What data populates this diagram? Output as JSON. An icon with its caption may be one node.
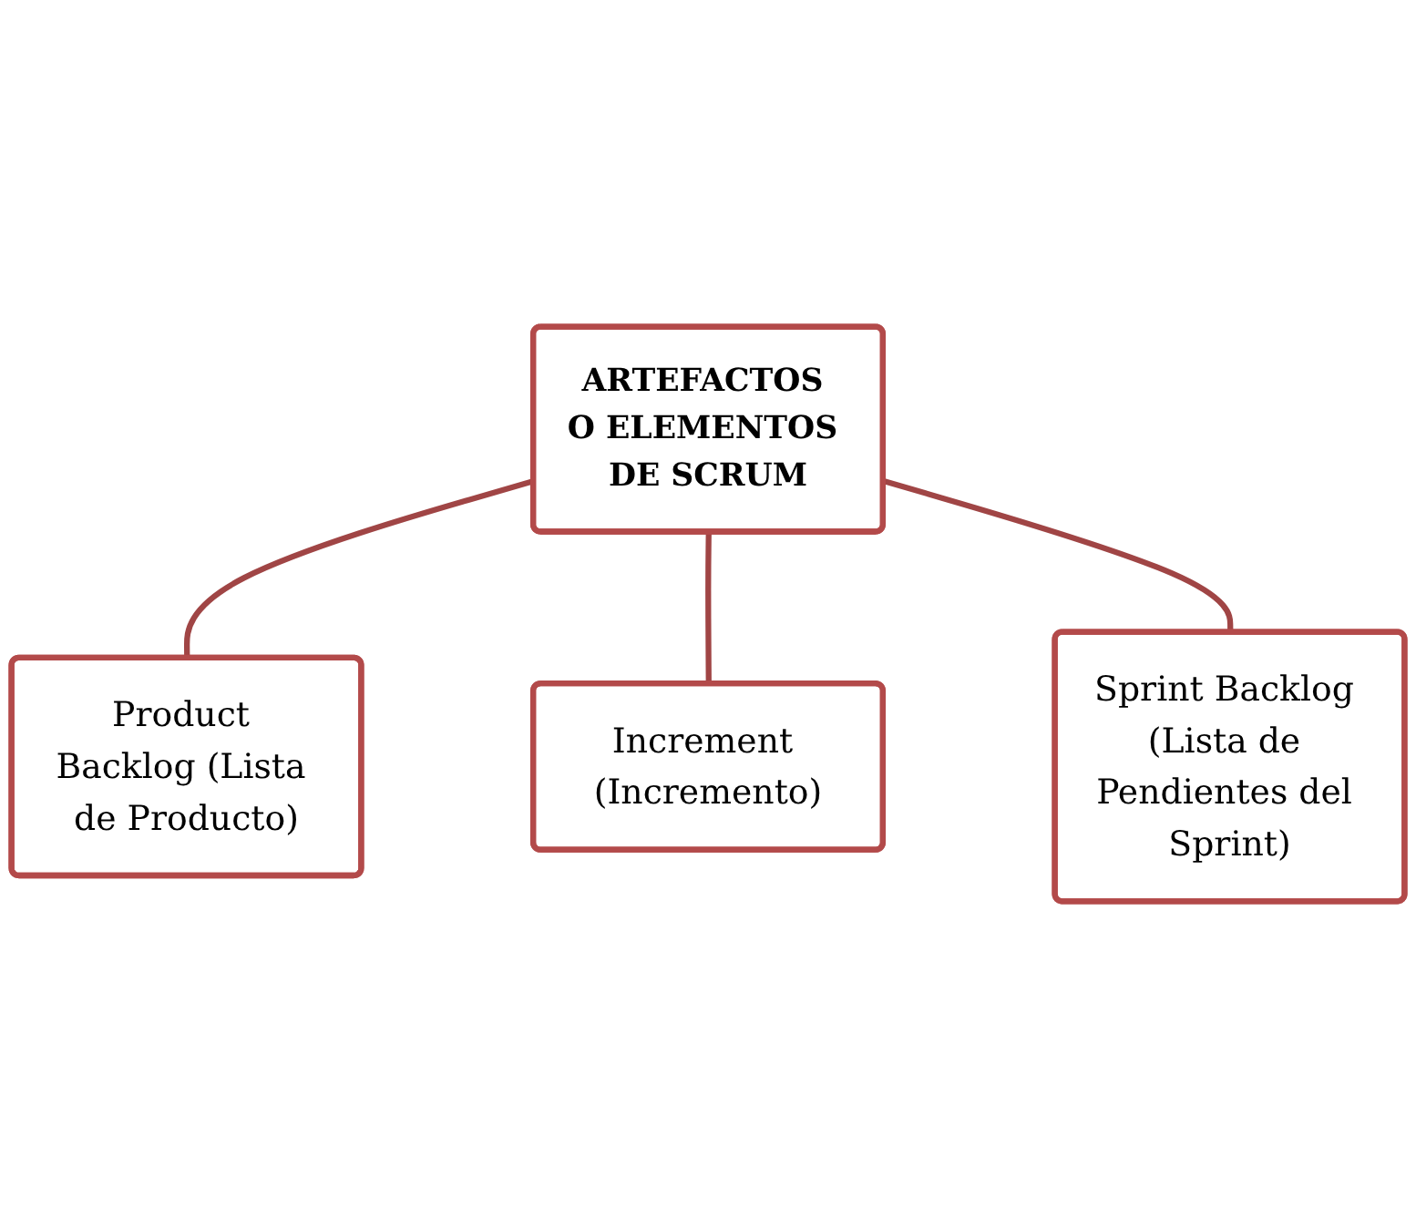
{
  "diagram": {
    "nodes": [
      {
        "text": [
          "Product Backlog (Lista de Producto)"
        ]
      },
      {
        "text": [
          "ARTEFACTOS O ELEMENTOS DE SCRUM"
        ]
      },
      {
        "text": [
          "Increment (Incremento)"
        ]
      },
      {
        "text": [
          "Sprint Backlog (Lista de Pendientes del Sprint)"
        ]
      }
    ],
    "edges": [
      {
        "from": 1,
        "to": 0,
        "arrow": "none"
      },
      {
        "from": 1,
        "to": 2,
        "arrow": "none"
      },
      {
        "from": 1,
        "to": 3,
        "arrow": "none"
      }
    ]
  }
}
